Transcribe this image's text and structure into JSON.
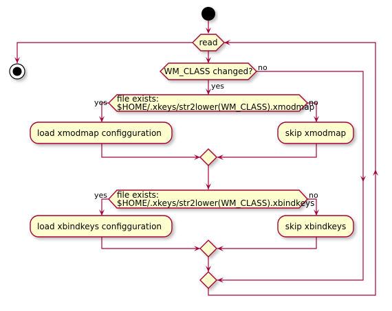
{
  "diagram": {
    "nodes": {
      "read": "read",
      "wm_class": "WM_CLASS changed?",
      "xmodmap_cond_1": "file exists:",
      "xmodmap_cond_2": "$HOME/.xkeys/str2lower(WM_CLASS).xmodmap",
      "load_xmodmap": "load xmodmap configguration",
      "skip_xmodmap": "skip xmodmap",
      "xbind_cond_1": "file exists:",
      "xbind_cond_2": "$HOME/.xkeys/str2lower(WM_CLASS).xbindkeys",
      "load_xbind": "load xbindkeys configguration",
      "skip_xbind": "skip xbindkeys"
    },
    "labels": {
      "wm_no": "no",
      "wm_yes": "yes",
      "xmodmap_yes": "yes",
      "xmodmap_no": "no",
      "xbind_yes": "yes",
      "xbind_no": "no"
    },
    "colors": {
      "line": "#a80036",
      "fill": "#fefece",
      "start": "#000000"
    }
  }
}
